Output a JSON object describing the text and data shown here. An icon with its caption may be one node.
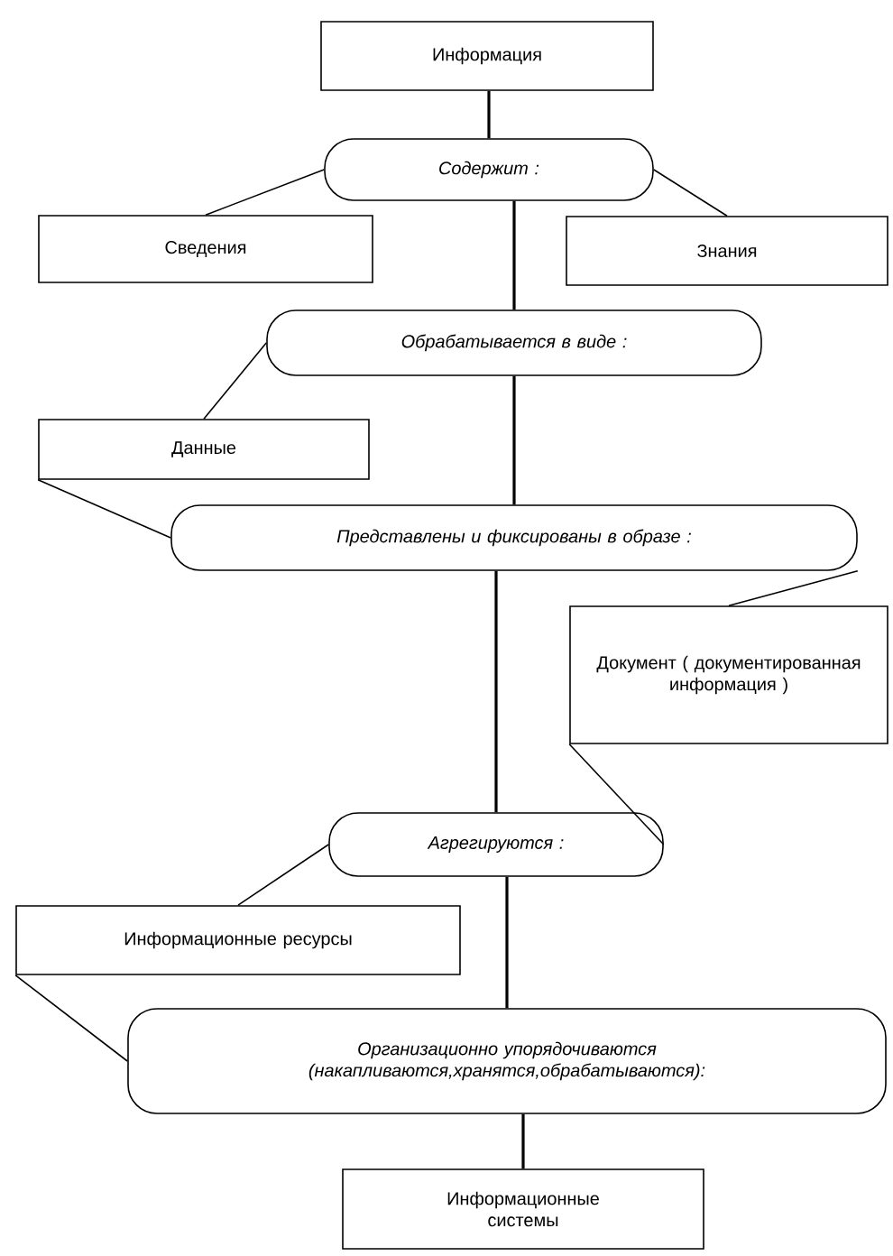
{
  "diagram": {
    "nodes": [
      {
        "text": [
          "Информация"
        ]
      },
      {
        "text": [
          "Содержит :"
        ]
      },
      {
        "text": [
          "Сведения"
        ]
      },
      {
        "text": [
          "Знания"
        ]
      },
      {
        "text": [
          "Обрабатывается в виде :"
        ]
      },
      {
        "text": [
          "Данные"
        ]
      },
      {
        "text": [
          "Представлены и фиксированы в образе :"
        ]
      },
      {
        "text": [
          "Документ ( документированная информация )"
        ]
      },
      {
        "text": [
          "Агрегируются :"
        ]
      },
      {
        "text": [
          "Информационные ресурсы"
        ]
      },
      {
        "text": [
          "Организационно упорядочиваются (накапливаются,хранятся,обрабатываются):"
        ]
      },
      {
        "text": [
          "Информационные системы"
        ]
      }
    ],
    "edges": [
      {
        "from": 0,
        "to": 1,
        "arrow": "none"
      },
      {
        "from": 1,
        "to": 2,
        "arrow": "none"
      },
      {
        "from": 1,
        "to": 3,
        "arrow": "none"
      },
      {
        "from": 1,
        "to": 4,
        "arrow": "none"
      },
      {
        "from": 4,
        "to": 5,
        "arrow": "none"
      },
      {
        "from": 4,
        "to": 6,
        "arrow": "none"
      },
      {
        "from": 5,
        "to": 6,
        "arrow": "none"
      },
      {
        "from": 6,
        "to": 7,
        "arrow": "none"
      },
      {
        "from": 6,
        "to": 8,
        "arrow": "none"
      },
      {
        "from": 7,
        "to": 8,
        "arrow": "none"
      },
      {
        "from": 8,
        "to": 9,
        "arrow": "none"
      },
      {
        "from": 8,
        "to": 10,
        "arrow": "none"
      },
      {
        "from": 9,
        "to": 10,
        "arrow": "none"
      },
      {
        "from": 10,
        "to": 11,
        "arrow": "none"
      }
    ]
  }
}
